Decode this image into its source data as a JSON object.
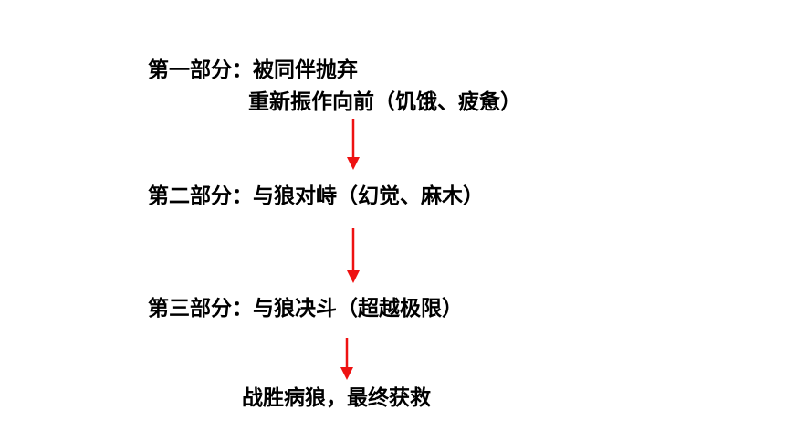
{
  "steps": [
    {
      "label": "第一部分：被同伴抛弃"
    },
    {
      "label": "重新振作向前（饥饿、疲惫）"
    },
    {
      "label": "第二部分：与狼对峙（幻觉、麻木）"
    },
    {
      "label": "第三部分：与狼决斗（超越极限）"
    },
    {
      "label": "战胜病狼，最终获救"
    }
  ],
  "colors": {
    "arrow": "#ee1111",
    "text": "#000000",
    "background": "#ffffff"
  },
  "icons": {
    "arrow": "arrow-down-icon"
  }
}
